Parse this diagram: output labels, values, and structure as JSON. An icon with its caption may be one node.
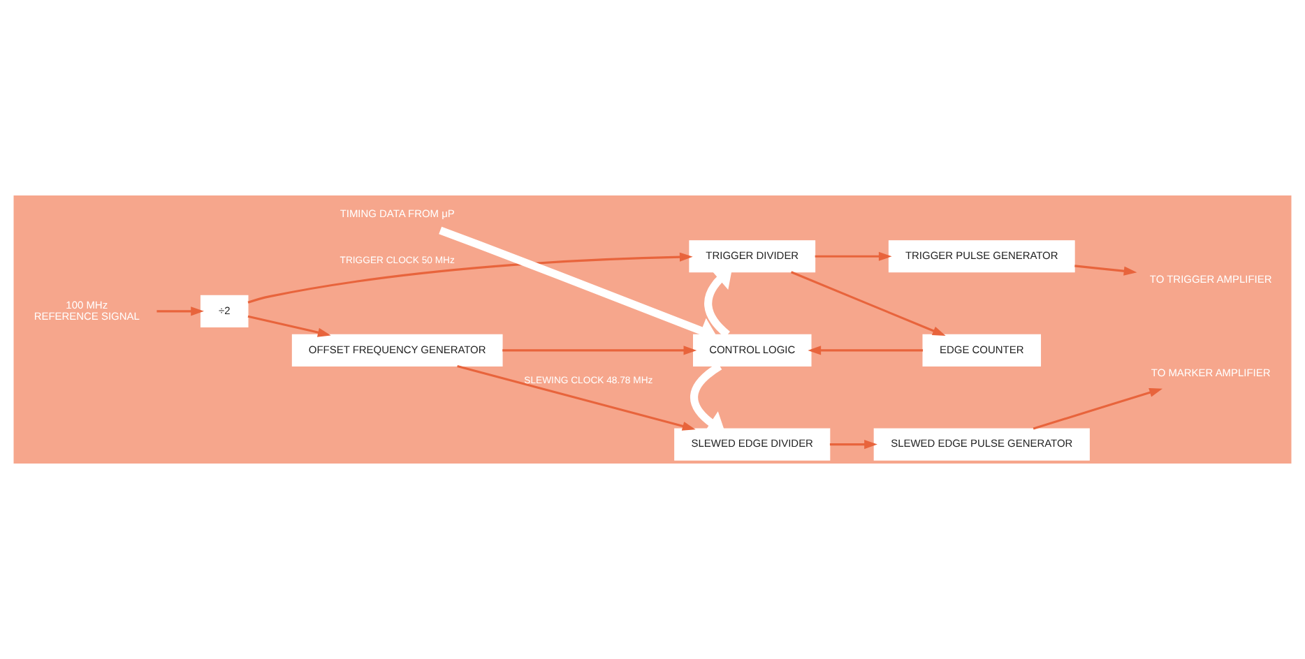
{
  "diagram": {
    "nodes": [
      {
        "text": [
          "÷2"
        ]
      },
      {
        "text": [
          "TRIGGER DIVIDER"
        ]
      },
      {
        "text": [
          "TRIGGER PULSE GENERATOR"
        ]
      },
      {
        "text": [
          "OFFSET FREQUENCY GENERATOR"
        ]
      },
      {
        "text": [
          "CONTROL LOGIC"
        ]
      },
      {
        "text": [
          "EDGE COUNTER"
        ]
      },
      {
        "text": [
          "SLEWED EDGE DIVIDER"
        ]
      },
      {
        "text": [
          "SLEWED EDGE PULSE GENERATOR"
        ]
      },
      {
        "text": [
          "100 MHz",
          "REFERENCE SIGNAL"
        ]
      },
      {
        "text": [
          "TO TRIGGER AMPLIFIER"
        ]
      },
      {
        "text": [
          "TIMING DATA FROM μP"
        ]
      },
      {
        "text": [
          "TO MARKER AMPLIFIER"
        ]
      }
    ],
    "edges": [
      {
        "from": 8,
        "to": 0,
        "arrow": "to"
      },
      {
        "from": 0,
        "to": 1,
        "arrow": "to",
        "label": "TRIGGER CLOCK 50 MHz"
      },
      {
        "from": 0,
        "to": 3,
        "arrow": "to"
      },
      {
        "from": 1,
        "to": 2,
        "arrow": "to"
      },
      {
        "from": 2,
        "to": 9,
        "arrow": "to"
      },
      {
        "from": 1,
        "to": 5,
        "arrow": "to"
      },
      {
        "from": 5,
        "to": 4,
        "arrow": "to"
      },
      {
        "from": 4,
        "to": 1,
        "arrow": "to",
        "style": "thick",
        "color": "#ffffff"
      },
      {
        "from": 10,
        "to": 4,
        "arrow": "to",
        "style": "thick",
        "color": "#ffffff"
      },
      {
        "from": 3,
        "to": 4,
        "arrow": "to"
      },
      {
        "from": 4,
        "to": 6,
        "arrow": "to",
        "style": "thick",
        "color": "#ffffff"
      },
      {
        "from": 3,
        "to": 6,
        "arrow": "to",
        "label": "SLEWING CLOCK 48.78 MHz"
      },
      {
        "from": 6,
        "to": 7,
        "arrow": "to"
      },
      {
        "from": 7,
        "to": 11,
        "arrow": "to"
      }
    ]
  }
}
